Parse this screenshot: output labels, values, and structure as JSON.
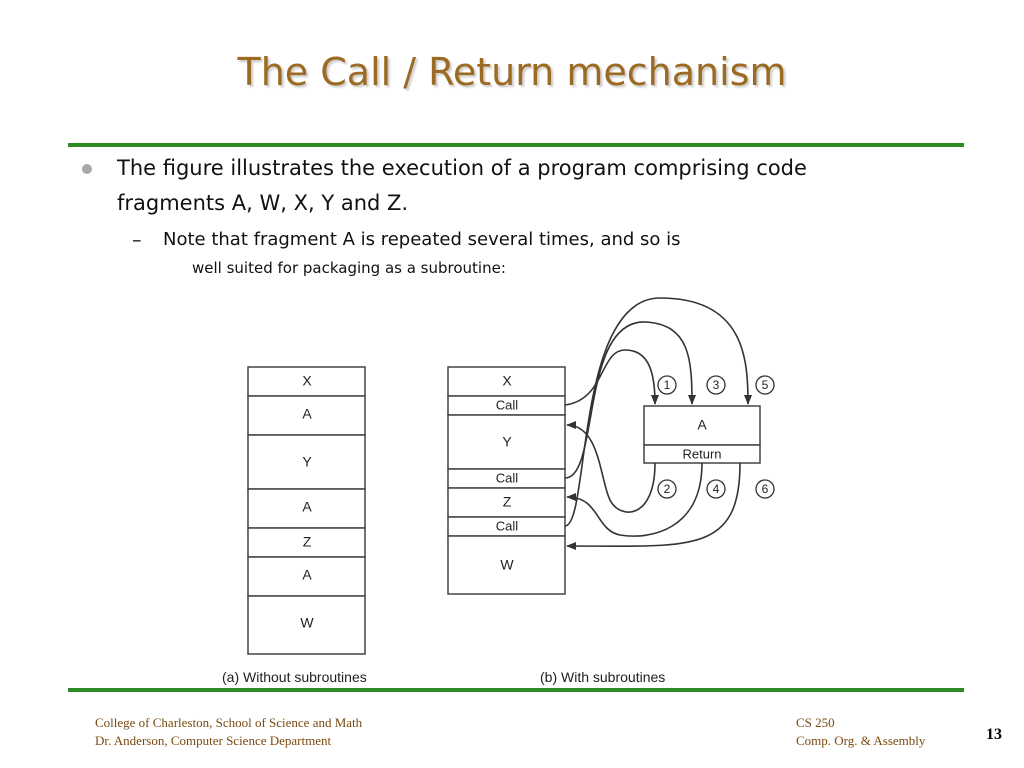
{
  "slide": {
    "title": "The Call / Return mechanism",
    "bullet": "The figure illustrates the execution of a program comprising code fragments A, W, X, Y and Z.",
    "dash": "–",
    "sub_line1": "Note that fragment A is repeated several times, and so is",
    "sub_line2": "well suited for packaging as a subroutine:",
    "page_number": "13"
  },
  "footer": {
    "left_line1": "College of Charleston, School of Science and Math",
    "left_line2": "Dr. Anderson, Computer Science Department",
    "right_line1": "CS 250",
    "right_line2": "Comp. Org. & Assembly"
  },
  "diagram": {
    "without": {
      "caption": "(a) Without subroutines",
      "blocks": [
        "X",
        "A",
        "Y",
        "A",
        "Z",
        "A",
        "W"
      ]
    },
    "with": {
      "caption": "(b) With subroutines",
      "blocks": [
        "X",
        "Call",
        "Y",
        "Call",
        "Z",
        "Call",
        "W"
      ]
    },
    "subroutine": {
      "name": "A",
      "return_label": "Return"
    },
    "steps": [
      "1",
      "2",
      "3",
      "4",
      "5",
      "6"
    ]
  },
  "colors": {
    "title": "#9c6a22",
    "rule": "#2e8b24",
    "footer": "#7a4a10"
  }
}
